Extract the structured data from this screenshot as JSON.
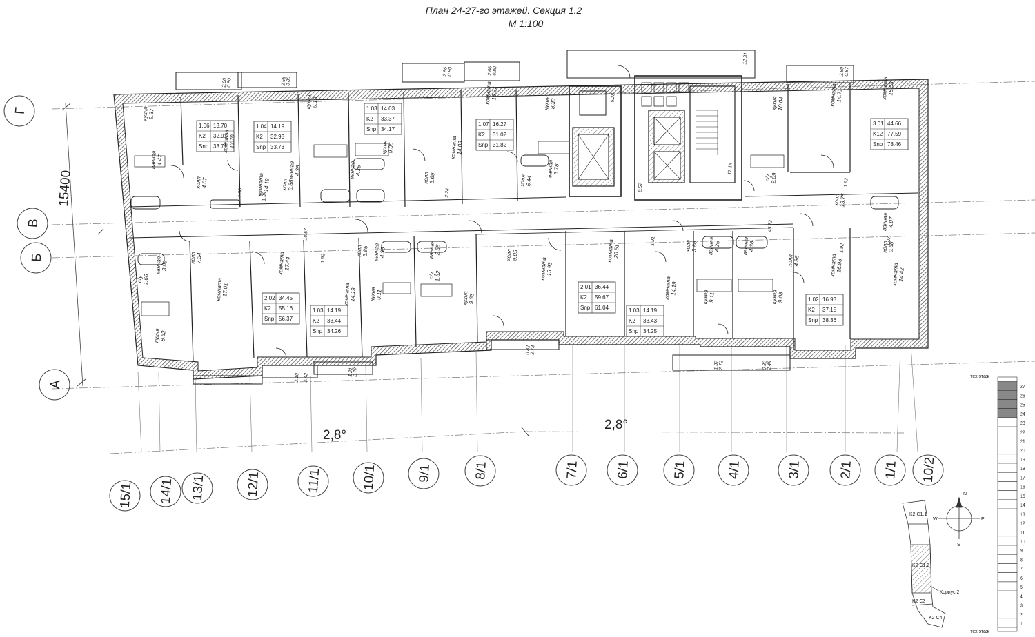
{
  "title": {
    "line1": "План 24-27-го этажей. Секция 1.2",
    "line2": "М 1:100"
  },
  "dimensions": {
    "width": "15400",
    "angle_left": "2,8°",
    "angle_right": "2,8°"
  },
  "row_axes": [
    "Г",
    "В",
    "Б",
    "А"
  ],
  "column_axes": [
    "15/1",
    "14/1",
    "13/1",
    "12/1",
    "11/1",
    "10/1",
    "9/1",
    "8/1",
    "7/1",
    "6/1",
    "5/1",
    "4/1",
    "3/1",
    "2/1",
    "1/1",
    "10/2"
  ],
  "apartments": [
    {
      "rows": [
        [
          "1.06",
          "13.70"
        ],
        [
          "K2",
          "32.91"
        ],
        [
          "Snp",
          "33.71"
        ]
      ]
    },
    {
      "rows": [
        [
          "1.04",
          "14.19"
        ],
        [
          "K2",
          "32.93"
        ],
        [
          "Snp",
          "33.73"
        ]
      ]
    },
    {
      "rows": [
        [
          "1.03",
          "14.03"
        ],
        [
          "K2",
          "33.37"
        ],
        [
          "Snp",
          "34.17"
        ]
      ]
    },
    {
      "rows": [
        [
          "1.07",
          "16.27"
        ],
        [
          "K2",
          "31.02"
        ],
        [
          "Snp",
          "31.82"
        ]
      ]
    },
    {
      "rows": [
        [
          "3.01",
          "44.66"
        ],
        [
          "K12",
          "77.59"
        ],
        [
          "Snp",
          "78.46"
        ]
      ]
    },
    {
      "rows": [
        [
          "2.02",
          "34.45"
        ],
        [
          "K2",
          "55.16"
        ],
        [
          "Snp",
          "56.37"
        ]
      ]
    },
    {
      "rows": [
        [
          "1.03",
          "14.19"
        ],
        [
          "K2",
          "33.44"
        ],
        [
          "Snp",
          "34.26"
        ]
      ]
    },
    {
      "rows": [
        [
          "2.01",
          "36.44"
        ],
        [
          "K2",
          "59.67"
        ],
        [
          "Snp",
          "61.04"
        ]
      ]
    },
    {
      "rows": [
        [
          "1.03",
          "14.19"
        ],
        [
          "K2",
          "33.43"
        ],
        [
          "Snp",
          "34.25"
        ]
      ]
    },
    {
      "rows": [
        [
          "1.02",
          "16.93"
        ],
        [
          "K2",
          "37.15"
        ],
        [
          "Snp",
          "38.36"
        ]
      ]
    }
  ],
  "rooms": [
    {
      "name": "кухня",
      "area": "9.37"
    },
    {
      "name": "комната",
      "area": "13.70"
    },
    {
      "name": "холл",
      "area": "4.07"
    },
    {
      "name": "ванная",
      "area": "4.47"
    },
    {
      "name": "комната",
      "area": "14.19"
    },
    {
      "name": "холл",
      "area": "3.86"
    },
    {
      "name": "кухня",
      "area": "9.13"
    },
    {
      "name": "ванная",
      "area": "4.36"
    },
    {
      "name": "ванная",
      "area": "4.36"
    },
    {
      "name": "кухня",
      "area": "9.05"
    },
    {
      "name": "холл",
      "area": "3.69"
    },
    {
      "name": "комната",
      "area": "14.03"
    },
    {
      "name": "комната",
      "area": "16.27"
    },
    {
      "name": "кухня",
      "area": "8.33"
    },
    {
      "name": "холл",
      "area": "6.44"
    },
    {
      "name": "ванная",
      "area": "3.78"
    },
    {
      "name": "кухня",
      "area": "10.04"
    },
    {
      "name": "комната",
      "area": "14.71"
    },
    {
      "name": "комната",
      "area": "15.53"
    },
    {
      "name": "с/у",
      "area": "2.09"
    },
    {
      "name": "холл",
      "area": "13.75"
    },
    {
      "name": "ванная",
      "area": "4.07"
    },
    {
      "name": "холл",
      "area": "7.34"
    },
    {
      "name": "ванная",
      "area": "3.09"
    },
    {
      "name": "с/у",
      "area": "1.66"
    },
    {
      "name": "комната",
      "area": "17.01"
    },
    {
      "name": "комната",
      "area": "17.44"
    },
    {
      "name": "кухня",
      "area": "8.62"
    },
    {
      "name": "холл",
      "area": "3.86"
    },
    {
      "name": "ванная",
      "area": "4.36"
    },
    {
      "name": "кухня",
      "area": "9.11"
    },
    {
      "name": "комната",
      "area": "14.19"
    },
    {
      "name": "ванная",
      "area": "2.55"
    },
    {
      "name": "с/у",
      "area": "1.62"
    },
    {
      "name": "кухня",
      "area": "9.63"
    },
    {
      "name": "холл",
      "area": "9.05"
    },
    {
      "name": "комната",
      "area": "15.93"
    },
    {
      "name": "комната",
      "area": "20.51"
    },
    {
      "name": "холл",
      "area": "3.86"
    },
    {
      "name": "ванная",
      "area": "4.36"
    },
    {
      "name": "ванная",
      "area": "4.36"
    },
    {
      "name": "кухня",
      "area": "9.11"
    },
    {
      "name": "комната",
      "area": "14.19"
    },
    {
      "name": "кухня",
      "area": "9.08"
    },
    {
      "name": "холл",
      "area": "4.86"
    },
    {
      "name": "комната",
      "area": "16.93"
    },
    {
      "name": "комната",
      "area": "14.42"
    },
    {
      "name": "холл",
      "area": "0.68"
    }
  ],
  "small_values": [
    "2.66",
    "0.80",
    "2.66",
    "0.80",
    "2.66",
    "0.80",
    "2.66",
    "0.80",
    "2.89",
    "0.87",
    "12.31",
    "5.28",
    "8.57",
    "12.14",
    "1.30",
    "1.39",
    "2.24",
    "18.67",
    "1.92",
    "1.92",
    "1.91",
    "1.92",
    "45.72",
    "2.10",
    "2.42",
    "1.21",
    "2.72",
    "0.82",
    "2.73",
    "1.37",
    "2.72",
    "0.82",
    "2.49",
    "1.07"
  ],
  "floor_scale": {
    "top_label": "тех.этаж",
    "bottom_label": "тех.этаж",
    "floors": [
      "27",
      "26",
      "25",
      "24",
      "23",
      "22",
      "21",
      "20",
      "19",
      "18",
      "17",
      "16",
      "15",
      "14",
      "13",
      "12",
      "11",
      "10",
      "9",
      "8",
      "7",
      "6",
      "5",
      "4",
      "3",
      "2",
      "1"
    ],
    "highlighted": [
      "27",
      "26",
      "25",
      "24"
    ]
  },
  "compass": {
    "n": "N",
    "s": "S",
    "e": "E",
    "w": "W"
  },
  "keyplan": {
    "labels": [
      "K2 C1.1",
      "K2 C1.2",
      "K2 C3",
      "K2 C4"
    ],
    "caption": "Корпус 2"
  },
  "colors": {
    "line": "#222222",
    "hatch": "#555555",
    "highlight": "#888888"
  }
}
